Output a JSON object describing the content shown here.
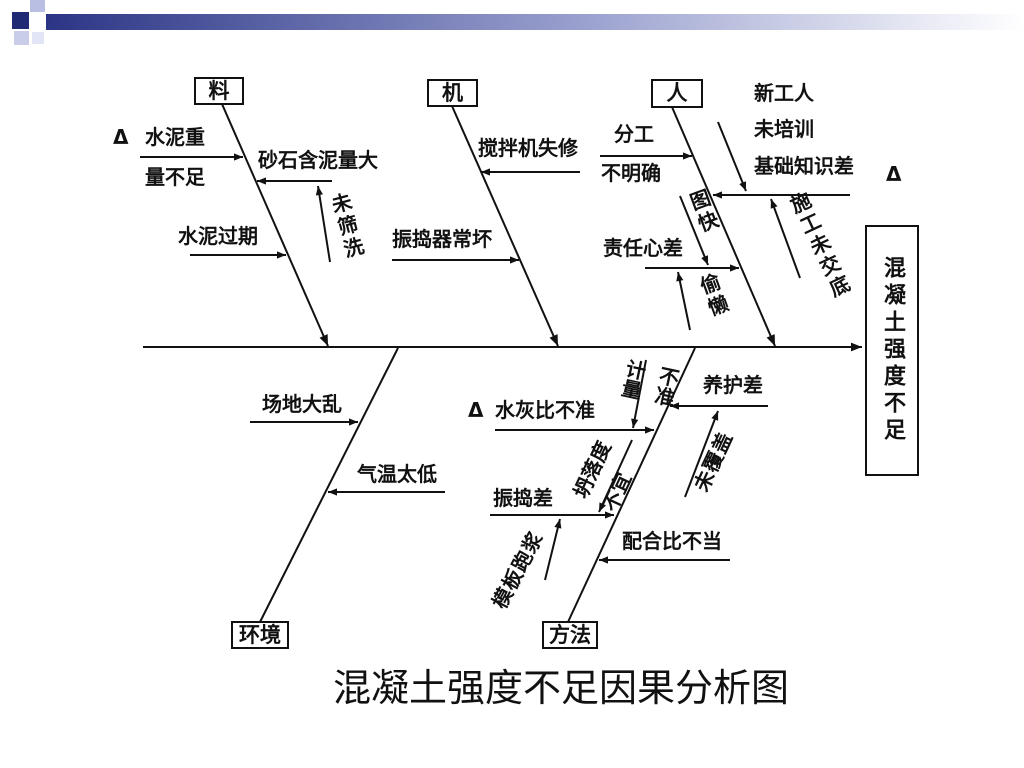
{
  "slide": {
    "title": "混凝土强度不足因果分析图"
  },
  "diagram": {
    "effect": "混凝土强度不足",
    "material": {
      "label": "料",
      "causes": [
        {
          "marker": "Δ",
          "lines": [
            "水泥重",
            "量不足"
          ]
        },
        {
          "text": "砂石含泥量大",
          "sub_causes": [
            "未筛洗"
          ]
        },
        {
          "text": "水泥过期"
        }
      ]
    },
    "machine": {
      "label": "机",
      "causes": [
        {
          "text": "搅拌机失修"
        },
        {
          "text": "振捣器常坏"
        }
      ]
    },
    "people": {
      "label": "人",
      "causes": [
        {
          "lines": [
            "分工",
            "不明确"
          ]
        },
        {
          "marker": "Δ",
          "lines": [
            "新工人",
            "未培训",
            "基础知识差"
          ],
          "sub_causes": [
            "施工未交底"
          ]
        },
        {
          "text": "责任心差",
          "sub_causes": [
            "图快",
            "偷懒"
          ]
        }
      ]
    },
    "environment": {
      "label": "环境",
      "causes": [
        {
          "text": "场地大乱"
        },
        {
          "text": "气温太低"
        }
      ]
    },
    "method": {
      "label": "方法",
      "causes": [
        {
          "marker": "Δ",
          "text": "水灰比不准",
          "sub_causes": [
            "计量不准"
          ]
        },
        {
          "text": "养护差",
          "sub_causes": [
            "未覆盖"
          ]
        },
        {
          "text": "振捣差",
          "sub_causes": [
            "坍落度不宜",
            "模板跑浆"
          ]
        },
        {
          "text": "配合比不当"
        }
      ]
    }
  }
}
